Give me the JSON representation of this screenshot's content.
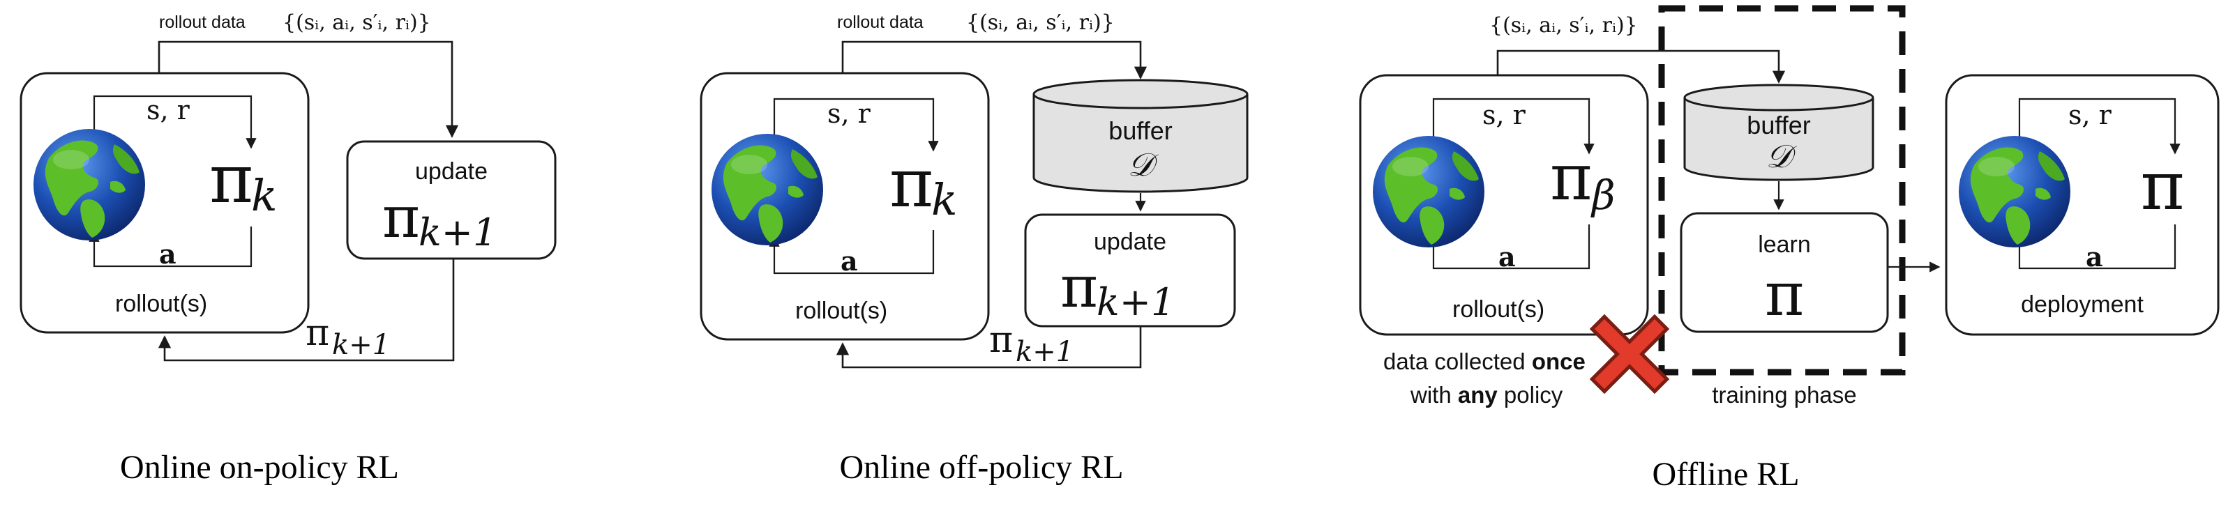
{
  "panels": [
    {
      "caption": "Online on-policy RL",
      "rollout_data_label": "rollout data",
      "tuple_label": "{(sᵢ, aᵢ, s′ᵢ, rᵢ)}",
      "state_reward_label": "s, r",
      "action_label": "a",
      "policy_base": "π",
      "policy_sub": "k",
      "env_box_label": "rollout(s)",
      "update_label": "update",
      "update_policy_sub": "k+1",
      "feedback_policy_sub": "k+1"
    },
    {
      "caption": "Online off-policy RL",
      "rollout_data_label": "rollout data",
      "tuple_label": "{(sᵢ, aᵢ, s′ᵢ, rᵢ)}",
      "state_reward_label": "s, r",
      "action_label": "a",
      "policy_base": "π",
      "policy_sub": "k",
      "env_box_label": "rollout(s)",
      "buffer_label": "buffer",
      "buffer_symbol": "𝒟",
      "update_label": "update",
      "update_policy_sub": "k+1",
      "feedback_policy_sub": "k+1"
    },
    {
      "caption": "Offline RL",
      "tuple_label": "{(sᵢ, aᵢ, s′ᵢ, rᵢ)}",
      "state_reward_label": "s, r",
      "action_label": "a",
      "behavior_policy_base": "π",
      "behavior_policy_sub": "β",
      "env_box_label": "rollout(s)",
      "buffer_label": "buffer",
      "buffer_symbol": "𝒟",
      "learn_label": "learn",
      "learn_policy": "π",
      "deploy_policy": "π",
      "deploy_box_label": "deployment",
      "note_line1_prefix": "data collected ",
      "note_line1_bold": "once",
      "note_line2_prefix": "with ",
      "note_line2_bold": "any",
      "note_line2_suffix": " policy",
      "training_phase_label": "training phase"
    }
  ],
  "colors": {
    "cross": "#e23a2b",
    "cross_outline": "#7a1d12",
    "buffer_fill": "#e2e2e2",
    "ocean": "#1c4fb3",
    "land": "#5cbf2a"
  }
}
